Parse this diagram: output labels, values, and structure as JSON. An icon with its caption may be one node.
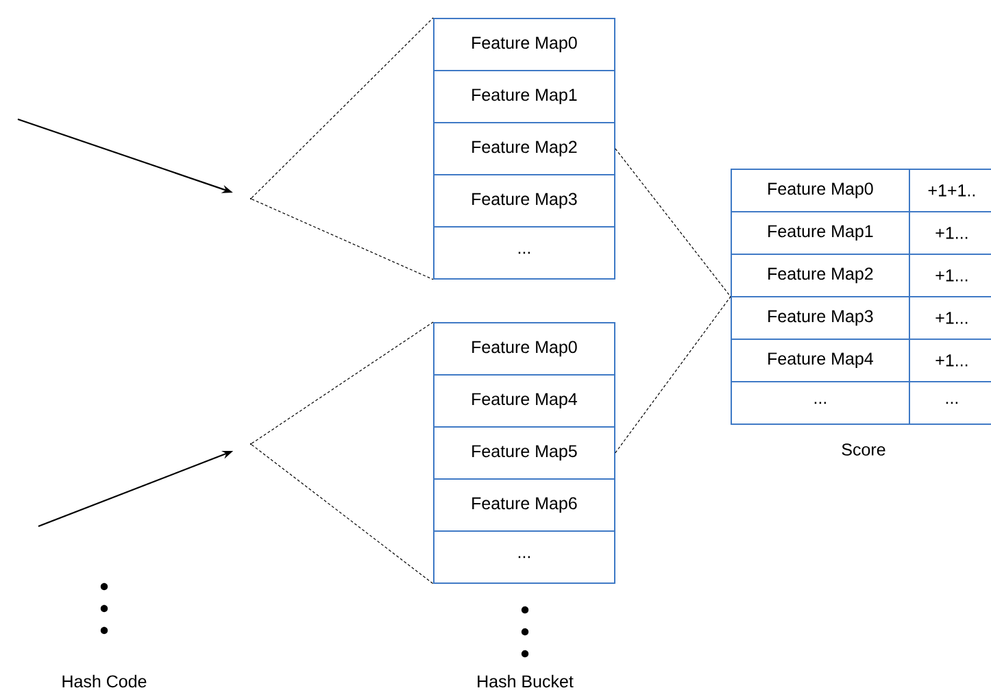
{
  "diagram": {
    "nodes": [
      {
        "text": [],
        "shape": "point"
      },
      {
        "text": [],
        "shape": "point"
      },
      {
        "text": [],
        "shape": "box"
      },
      {
        "text": [
          "Feature Map0"
        ],
        "in": 2
      },
      {
        "text": [
          "Feature Map1"
        ],
        "in": 2
      },
      {
        "text": [
          "Feature Map2"
        ],
        "in": 2
      },
      {
        "text": [
          "Feature Map3"
        ],
        "in": 2
      },
      {
        "text": [
          "..."
        ],
        "in": 2
      },
      {
        "text": [],
        "shape": "box"
      },
      {
        "text": [
          "Feature Map0"
        ],
        "in": 8
      },
      {
        "text": [
          "Feature Map4"
        ],
        "in": 8
      },
      {
        "text": [
          "Feature Map5"
        ],
        "in": 8
      },
      {
        "text": [
          "Feature Map6"
        ],
        "in": 8
      },
      {
        "text": [
          "..."
        ],
        "in": 8
      },
      {
        "text": [
          "Score"
        ]
      },
      {
        "text": [
          "Feature Map0"
        ],
        "in": 14
      },
      {
        "text": [
          "+1+1.."
        ],
        "in": 14
      },
      {
        "text": [
          "Feature Map1"
        ],
        "in": 14
      },
      {
        "text": [
          "+1..."
        ],
        "in": 14
      },
      {
        "text": [
          "Feature Map2"
        ],
        "in": 14
      },
      {
        "text": [
          "+1..."
        ],
        "in": 14
      },
      {
        "text": [
          "Feature Map3"
        ],
        "in": 14
      },
      {
        "text": [
          "+1..."
        ],
        "in": 14
      },
      {
        "text": [
          "Feature Map4"
        ],
        "in": 14
      },
      {
        "text": [
          "+1..."
        ],
        "in": 14
      },
      {
        "text": [
          "..."
        ],
        "in": 14
      },
      {
        "text": [
          "..."
        ],
        "in": 14
      }
    ],
    "edges": [
      {
        "from": null,
        "to": 0,
        "arrow": "to"
      },
      {
        "from": null,
        "to": 1,
        "arrow": "to"
      },
      {
        "from": 0,
        "to": 3,
        "arrow": "none",
        "style": "dashed"
      },
      {
        "from": 0,
        "to": 7,
        "arrow": "none",
        "style": "dashed"
      },
      {
        "from": 1,
        "to": 9,
        "arrow": "none",
        "style": "dashed"
      },
      {
        "from": 1,
        "to": 13,
        "arrow": "none",
        "style": "dashed"
      },
      {
        "from": 5,
        "to": 14,
        "arrow": "none",
        "style": "dashed"
      },
      {
        "from": 11,
        "to": 14,
        "arrow": "none",
        "style": "dashed"
      }
    ],
    "labels": [
      "Hash Code",
      "Hash Bucket"
    ]
  }
}
